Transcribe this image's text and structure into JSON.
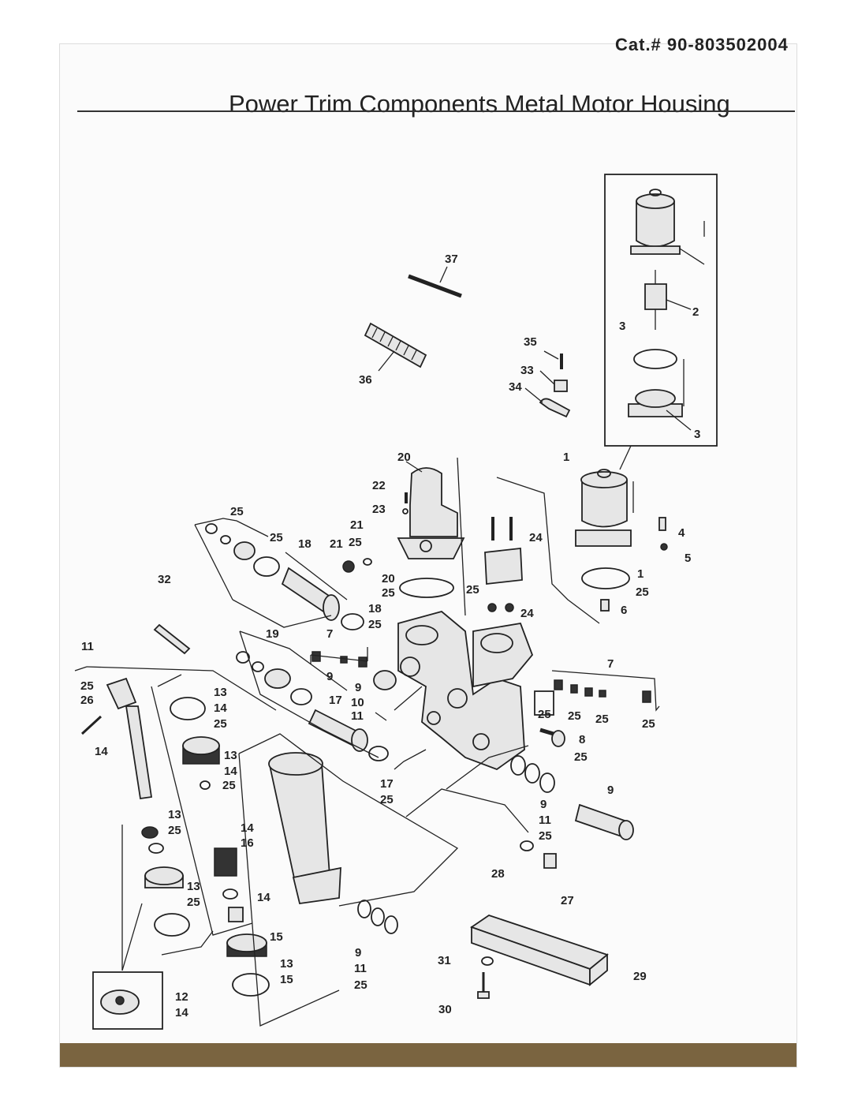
{
  "header": {
    "catalog_number": "Cat.# 90-8035020​04",
    "title": "Power Trim Components Metal Motor Housing"
  },
  "callouts": [
    {
      "id": "c37",
      "text": "37"
    },
    {
      "id": "c36",
      "text": "36"
    },
    {
      "id": "c35",
      "text": "35"
    },
    {
      "id": "c33",
      "text": "33"
    },
    {
      "id": "c34",
      "text": "34"
    },
    {
      "id": "c2",
      "text": "2"
    },
    {
      "id": "c3a",
      "text": "3"
    },
    {
      "id": "c3b",
      "text": "3"
    },
    {
      "id": "c1a",
      "text": "1"
    },
    {
      "id": "c20a",
      "text": "20"
    },
    {
      "id": "c22",
      "text": "22"
    },
    {
      "id": "c23",
      "text": "23"
    },
    {
      "id": "c24a",
      "text": "24"
    },
    {
      "id": "c4",
      "text": "4"
    },
    {
      "id": "c5",
      "text": "5"
    },
    {
      "id": "c1b",
      "text": "1"
    },
    {
      "id": "c25x",
      "text": "25"
    },
    {
      "id": "c6",
      "text": "6"
    },
    {
      "id": "c24b",
      "text": "24"
    },
    {
      "id": "c25y",
      "text": "25"
    },
    {
      "id": "c25a",
      "text": "25"
    },
    {
      "id": "c21a",
      "text": "21"
    },
    {
      "id": "c25b",
      "text": "25"
    },
    {
      "id": "c25c",
      "text": "25"
    },
    {
      "id": "c18a",
      "text": "18"
    },
    {
      "id": "c21b",
      "text": "21"
    },
    {
      "id": "c20b",
      "text": "20"
    },
    {
      "id": "c25d",
      "text": "25"
    },
    {
      "id": "c18b",
      "text": "18"
    },
    {
      "id": "c25e",
      "text": "25"
    },
    {
      "id": "c32",
      "text": "32"
    },
    {
      "id": "c19",
      "text": "19"
    },
    {
      "id": "c7a",
      "text": "7"
    },
    {
      "id": "c11a",
      "text": "11"
    },
    {
      "id": "c9a",
      "text": "9"
    },
    {
      "id": "c9b",
      "text": "9"
    },
    {
      "id": "c10",
      "text": "10"
    },
    {
      "id": "c11b",
      "text": "11"
    },
    {
      "id": "c7b",
      "text": "7"
    },
    {
      "id": "c25f",
      "text": "25"
    },
    {
      "id": "c25g",
      "text": "25"
    },
    {
      "id": "c25h",
      "text": "25"
    },
    {
      "id": "c25i",
      "text": "25"
    },
    {
      "id": "c25j",
      "text": "25"
    },
    {
      "id": "c26",
      "text": "26"
    },
    {
      "id": "c13a",
      "text": "13"
    },
    {
      "id": "c14a",
      "text": "14"
    },
    {
      "id": "c25k",
      "text": "25"
    },
    {
      "id": "c17a",
      "text": "17"
    },
    {
      "id": "c8",
      "text": "8"
    },
    {
      "id": "c25l",
      "text": "25"
    },
    {
      "id": "c14b",
      "text": "14"
    },
    {
      "id": "c13b",
      "text": "13"
    },
    {
      "id": "c14c",
      "text": "14"
    },
    {
      "id": "c25m",
      "text": "25"
    },
    {
      "id": "c17b",
      "text": "17"
    },
    {
      "id": "c25n",
      "text": "25"
    },
    {
      "id": "c9c",
      "text": "9"
    },
    {
      "id": "c9d",
      "text": "9"
    },
    {
      "id": "c11c",
      "text": "11"
    },
    {
      "id": "c25o",
      "text": "25"
    },
    {
      "id": "c13c",
      "text": "13"
    },
    {
      "id": "c25p",
      "text": "25"
    },
    {
      "id": "c14d",
      "text": "14"
    },
    {
      "id": "c16",
      "text": "16"
    },
    {
      "id": "c28",
      "text": "28"
    },
    {
      "id": "c27",
      "text": "27"
    },
    {
      "id": "c13d",
      "text": "13"
    },
    {
      "id": "c25q",
      "text": "25"
    },
    {
      "id": "c14e",
      "text": "14"
    },
    {
      "id": "c15a",
      "text": "15"
    },
    {
      "id": "c9e",
      "text": "9"
    },
    {
      "id": "c11d",
      "text": "11"
    },
    {
      "id": "c25r",
      "text": "25"
    },
    {
      "id": "c13e",
      "text": "13"
    },
    {
      "id": "c15b",
      "text": "15"
    },
    {
      "id": "c31",
      "text": "31"
    },
    {
      "id": "c29",
      "text": "29"
    },
    {
      "id": "c12",
      "text": "12"
    },
    {
      "id": "c14f",
      "text": "14"
    },
    {
      "id": "c30",
      "text": "30"
    }
  ]
}
